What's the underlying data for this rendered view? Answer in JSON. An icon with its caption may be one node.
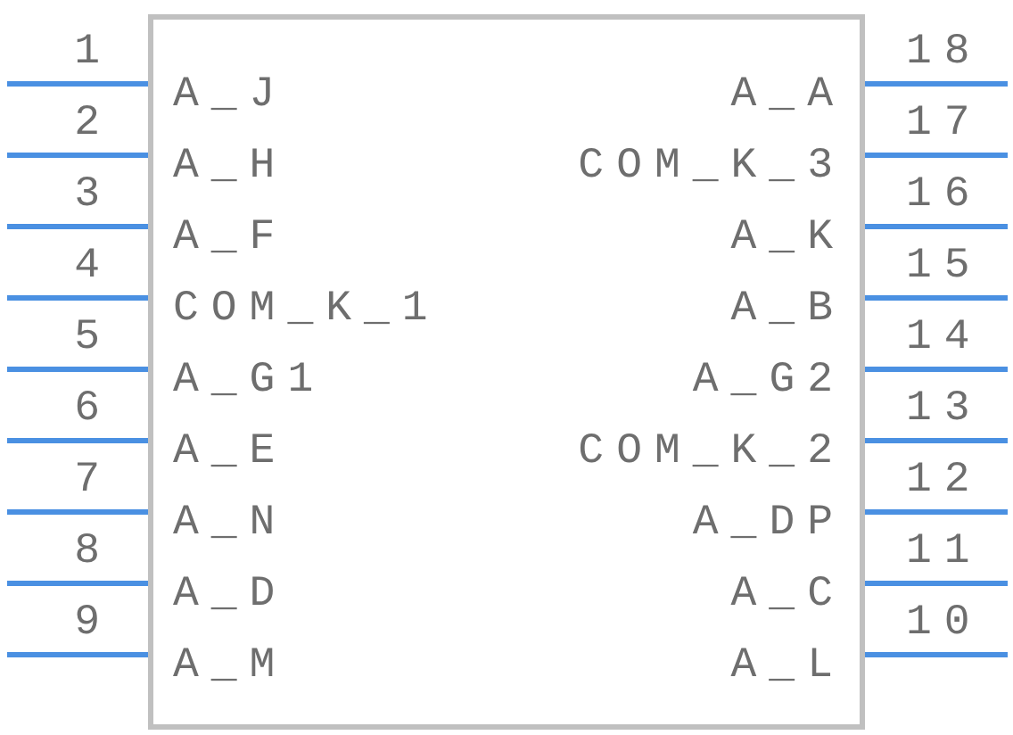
{
  "diagram": {
    "labels": [
      "1",
      "A_J",
      "A_A",
      "18",
      "2",
      "A_H",
      "COM_K_3",
      "17",
      "3",
      "A_F",
      "A_K",
      "16",
      "4",
      "COM_K_1",
      "A_B",
      "15",
      "5",
      "A_G1",
      "A_G2",
      "14",
      "6",
      "A_E",
      "COM_K_2",
      "13",
      "7",
      "A_N",
      "A_DP",
      "12",
      "8",
      "A_D",
      "A_C",
      "11",
      "9",
      "A_M",
      "A_L",
      "10"
    ]
  }
}
